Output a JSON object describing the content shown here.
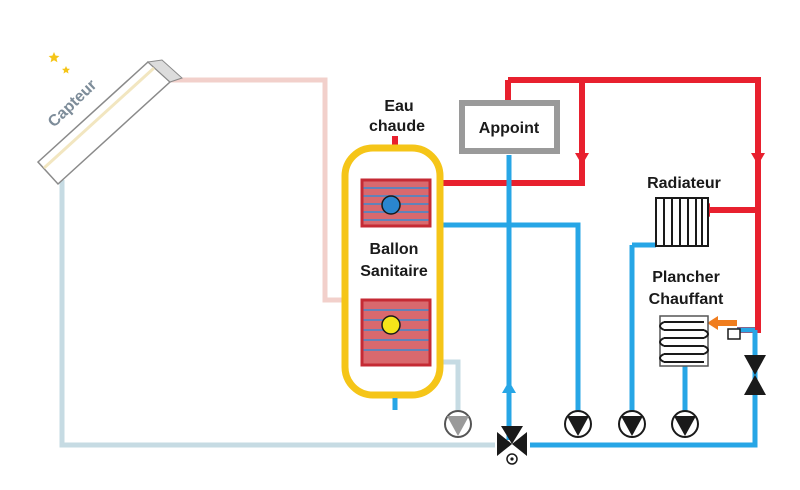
{
  "labels": {
    "capteur": "Capteur",
    "eau_chaude_1": "Eau",
    "eau_chaude_2": "chaude",
    "appoint": "Appoint",
    "ballon_1": "Ballon",
    "ballon_2": "Sanitaire",
    "radiateur": "Radiateur",
    "plancher_1": "Plancher",
    "plancher_2": "Chauffant"
  },
  "colors": {
    "hot": "#e8202e",
    "cold": "#27a6e6",
    "solar_hot": "#f2d0cb",
    "solar_cold": "#c6dbe3",
    "tank": "#f5c518",
    "orange": "#f07d1e",
    "appoint_border": "#9a9a9a"
  },
  "icons": {
    "capteur": "solar-collector-icon",
    "moon": "moon-stars-icon",
    "pump": "pump-icon",
    "valve": "three-way-valve-icon",
    "radiator": "radiator-icon",
    "floor": "floor-heating-icon"
  }
}
